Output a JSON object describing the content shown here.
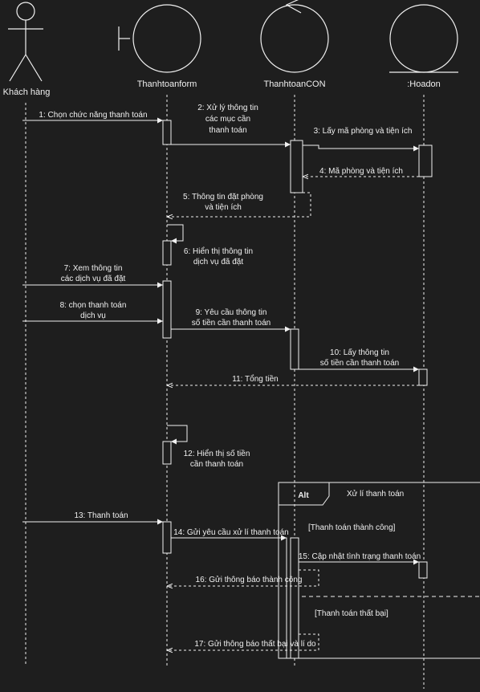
{
  "participants": [
    {
      "id": "actor",
      "label": "Khách hàng",
      "kind": "actor"
    },
    {
      "id": "form",
      "label": "Thanhtoanform",
      "kind": "boundary"
    },
    {
      "id": "con",
      "label": "ThanhtoanCON",
      "kind": "control"
    },
    {
      "id": "hoadon",
      "label": ":Hoadon",
      "kind": "entity"
    }
  ],
  "messages": [
    {
      "n": "1",
      "lines": [
        "1: Chọn chức năng thanh toán"
      ],
      "type": "sync"
    },
    {
      "n": "2",
      "lines": [
        "2: Xử lý thông tin",
        "các mục cần",
        "thanh toán"
      ],
      "type": "sync"
    },
    {
      "n": "3",
      "lines": [
        "3: Lấy mã phòng và tiện ích"
      ],
      "type": "sync"
    },
    {
      "n": "4",
      "lines": [
        "4: Mã phòng và tiện ích"
      ],
      "type": "return"
    },
    {
      "n": "5",
      "lines": [
        "5: Thông tin đặt phòng",
        "và tiện ích"
      ],
      "type": "return"
    },
    {
      "n": "6",
      "lines": [
        "6: Hiển thị thông tin",
        "dịch vụ đã đặt"
      ],
      "type": "self"
    },
    {
      "n": "7",
      "lines": [
        "7: Xem thông tin",
        "các dịch vụ đã đặt"
      ],
      "type": "sync"
    },
    {
      "n": "8",
      "lines": [
        "8: chọn thanh toán",
        "dịch vụ"
      ],
      "type": "sync"
    },
    {
      "n": "9",
      "lines": [
        "9: Yêu cầu thông tin",
        "số tiền cần thanh toán"
      ],
      "type": "sync"
    },
    {
      "n": "10",
      "lines": [
        "10: Lấy thông tin",
        "số tiền cần thanh toán"
      ],
      "type": "sync"
    },
    {
      "n": "11",
      "lines": [
        "11: Tổng tiền"
      ],
      "type": "return"
    },
    {
      "n": "12",
      "lines": [
        "12: Hiển thị số tiền",
        "cần thanh toán"
      ],
      "type": "self"
    },
    {
      "n": "13",
      "lines": [
        "13: Thanh toán"
      ],
      "type": "sync"
    },
    {
      "n": "14",
      "lines": [
        "14: Gửi yêu cầu xử lí thanh toán"
      ],
      "type": "sync"
    },
    {
      "n": "15",
      "lines": [
        "15: Cập nhật tình trạng thanh toán"
      ],
      "type": "sync"
    },
    {
      "n": "16",
      "lines": [
        "16: Gửi thông báo thành công"
      ],
      "type": "return"
    },
    {
      "n": "17",
      "lines": [
        "17: Gửi thông báo thất bại và lí do"
      ],
      "type": "return"
    }
  ],
  "fragment": {
    "operator": "Alt",
    "title": "Xử lí thanh toán",
    "guard1": "[Thanh toán thành công]",
    "guard2": "[Thanh toán thất bại]"
  }
}
